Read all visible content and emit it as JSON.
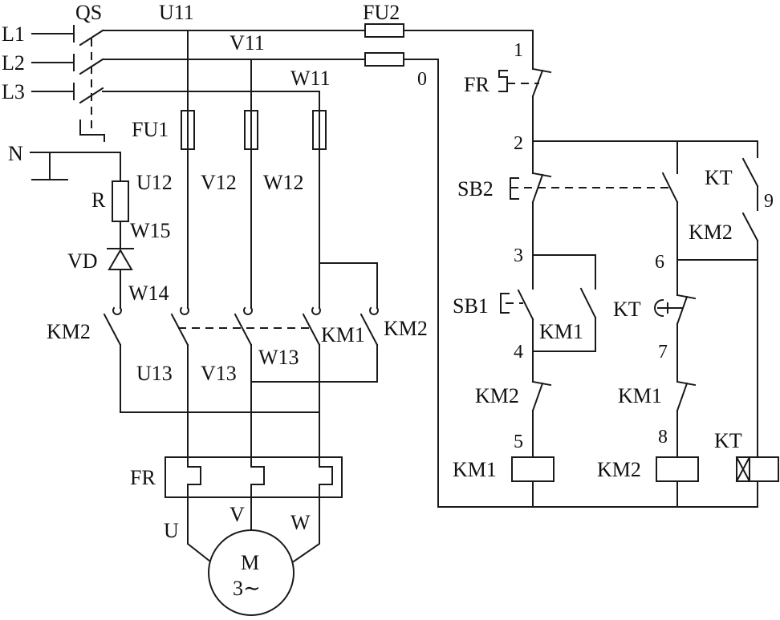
{
  "labels": {
    "L1": "L1",
    "L2": "L2",
    "L3": "L3",
    "N": "N",
    "QS": "QS",
    "U11": "U11",
    "V11": "V11",
    "W11": "W11",
    "FU1": "FU1",
    "FU2": "FU2",
    "U12": "U12",
    "V12": "V12",
    "W12": "W12",
    "R": "R",
    "W15": "W15",
    "VD": "VD",
    "W14": "W14",
    "KM2_left": "KM2",
    "KM1_main": "KM1",
    "KM2_right": "KM2",
    "U13": "U13",
    "V13": "V13",
    "W13": "W13",
    "FR_main": "FR",
    "U": "U",
    "V": "V",
    "W": "W",
    "motor_name": "M",
    "motor_phase": "3∼",
    "FR_ctrl": "FR",
    "SB2": "SB2",
    "SB1": "SB1",
    "KM1_aux": "KM1",
    "KM2_nc": "KM2",
    "KM1_coil": "KM1",
    "KT_top": "KT",
    "KM2_aux": "KM2",
    "KT_nc": "KT",
    "KM1_nc": "KM1",
    "KM2_coil": "KM2",
    "KT_coil": "KT"
  },
  "nodes": [
    "0",
    "1",
    "2",
    "3",
    "4",
    "5",
    "6",
    "7",
    "8",
    "9"
  ]
}
